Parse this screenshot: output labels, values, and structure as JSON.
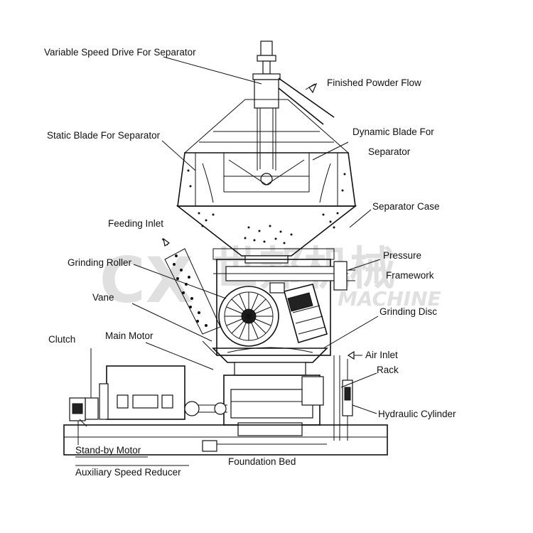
{
  "labels": {
    "variable_speed_drive": "Variable Speed Drive For Separator",
    "finished_powder_flow": "Finished Powder Flow",
    "static_blade": "Static Blade For Separator",
    "dynamic_blade_line1": "Dynamic Blade For",
    "dynamic_blade_line2": "Separator",
    "separator_case": "Separator Case",
    "feeding_inlet": "Feeding Inlet",
    "pressure_line1": "Pressure",
    "pressure_line2": "Framework",
    "grinding_roller": "Grinding Roller",
    "vane": "Vane",
    "grinding_disc": "Grinding Disc",
    "clutch": "Clutch",
    "main_motor": "Main Motor",
    "air_inlet": "Air Inlet",
    "rack": "Rack",
    "hydraulic_cylinder": "Hydraulic Cylinder",
    "standby_motor": "Stand-by Motor",
    "foundation_bed": "Foundation Bed",
    "auxiliary_speed_reducer": "Auxiliary Speed Reducer"
  },
  "watermark": {
    "logo_text": "CX",
    "chinese_text": "世邦机械",
    "english_text": "MACHINE"
  },
  "colors": {
    "line": "#111111",
    "background": "#ffffff",
    "watermark": "#c8c8c8"
  }
}
